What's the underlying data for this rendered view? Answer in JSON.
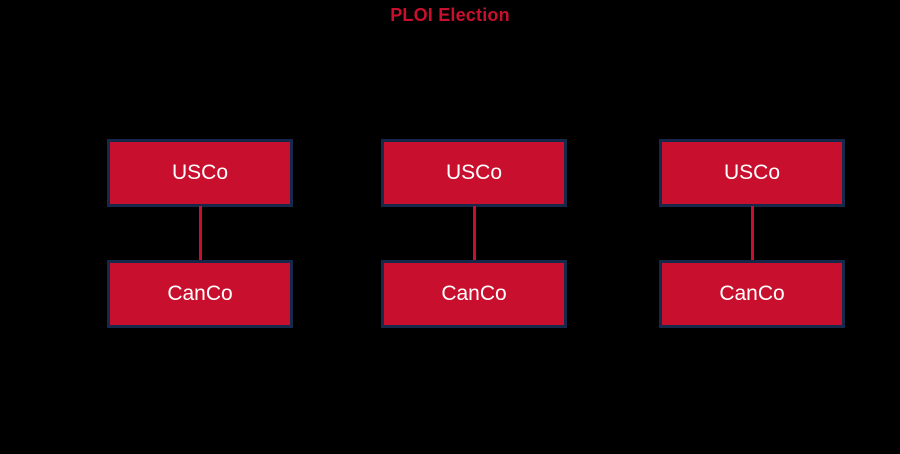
{
  "diagram": {
    "title": "PLOI Election",
    "title_color": "#C8102E",
    "background_color": "#000000",
    "box_fill_color": "#C8102E",
    "box_border_color": "#17294A",
    "box_text_color": "#FFFFFF",
    "connector_color": "#C8102E",
    "groups": [
      {
        "id": "group-1",
        "parent": {
          "label": "USCo"
        },
        "subsidiary": {
          "label": "CanCo"
        },
        "connector": {
          "name": "ownership-line"
        }
      },
      {
        "id": "group-2",
        "parent": {
          "label": "USCo"
        },
        "subsidiary": {
          "label": "CanCo"
        },
        "connector": {
          "name": "ownership-line"
        }
      },
      {
        "id": "group-3",
        "parent": {
          "label": "USCo"
        },
        "subsidiary": {
          "label": "CanCo"
        },
        "connector": {
          "name": "ownership-line"
        }
      }
    ]
  }
}
